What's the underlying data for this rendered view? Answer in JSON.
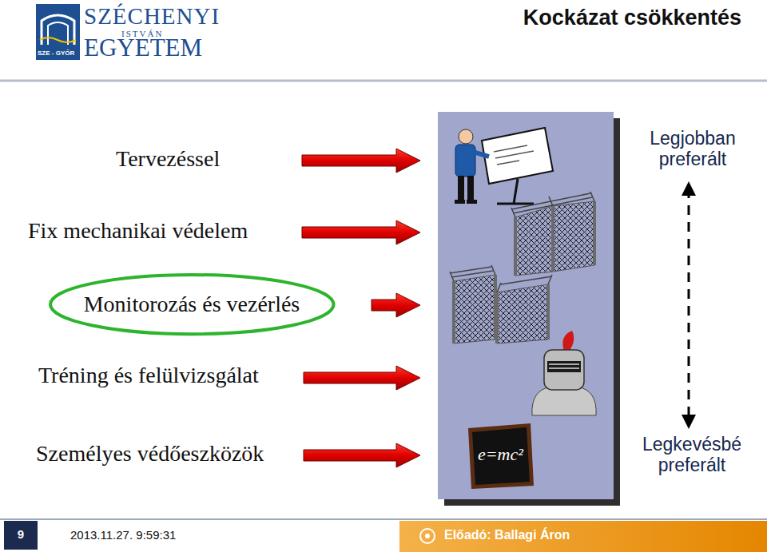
{
  "diagram": {
    "title": "Kockázat csökkentés",
    "nodes": [
      {
        "text": [
          "Monitorozás és vezérlés"
        ]
      }
    ],
    "labels": [
      "SZÉCHENYI",
      "ISTVÁN",
      "EGYETEM",
      "SZE - GYŐR",
      "Tervezéssel",
      "Fix mechanikai védelem",
      "Tréning és felülvizsgálat",
      "Személyes védőeszközök",
      "e=mc²",
      "Legjobban preferált",
      "Legkevésbé preferált",
      "9",
      "2013.11.27. 9:59:31",
      "Előadó: Ballagi Áron"
    ]
  }
}
